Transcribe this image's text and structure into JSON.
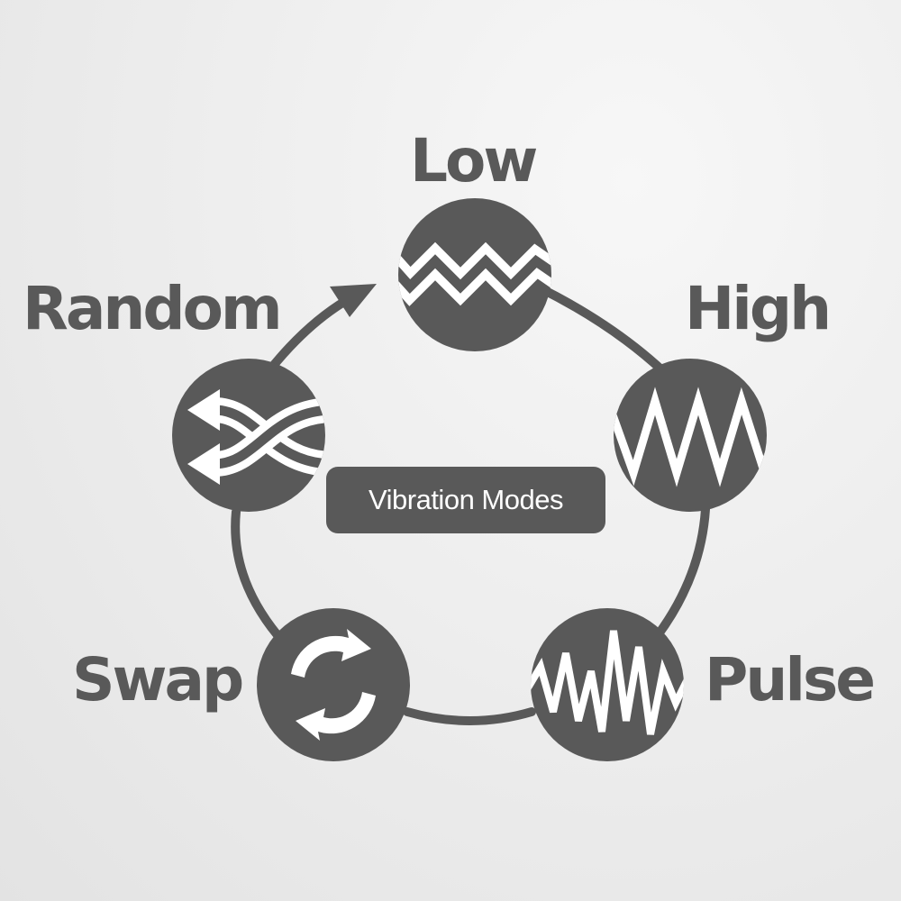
{
  "diagram": {
    "center_label": "Vibration Modes",
    "modes": [
      {
        "id": "low",
        "label": "Low",
        "icon": "low-wave-icon"
      },
      {
        "id": "high",
        "label": "High",
        "icon": "high-wave-icon"
      },
      {
        "id": "pulse",
        "label": "Pulse",
        "icon": "pulse-wave-icon"
      },
      {
        "id": "swap",
        "label": "Swap",
        "icon": "swap-arrows-icon"
      },
      {
        "id": "random",
        "label": "Random",
        "icon": "shuffle-arrows-icon"
      }
    ],
    "colors": {
      "node": "#595959",
      "ring": "#595959",
      "icon": "#ffffff",
      "text": "#595959",
      "background": "#ececec"
    }
  }
}
